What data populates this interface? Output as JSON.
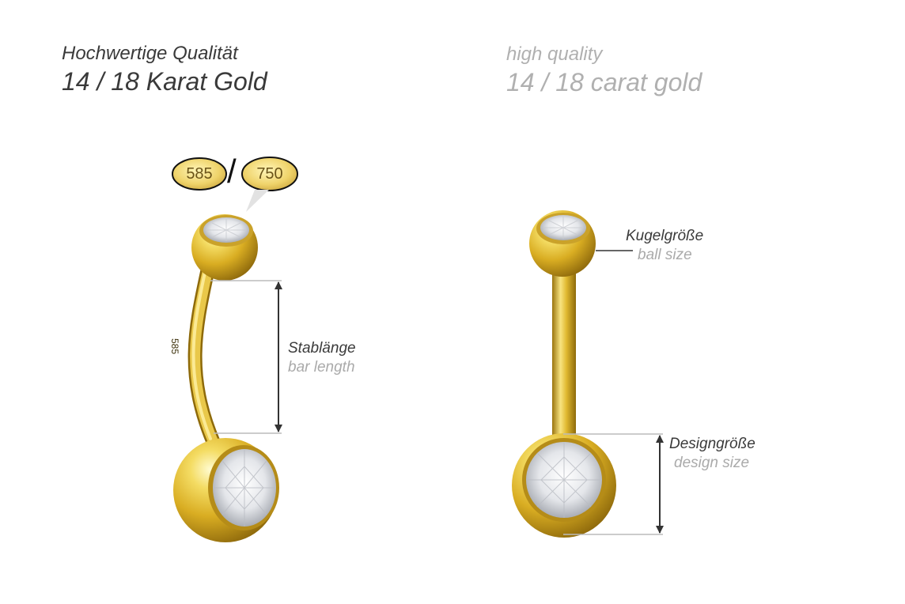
{
  "header": {
    "de_line1": "Hochwertige Qualität",
    "de_line2": "14 / 18 Karat Gold",
    "en_line1": "high quality",
    "en_line2": "14 / 18 carat gold"
  },
  "hallmarks": {
    "first": "585",
    "separator": "/",
    "second": "750",
    "engraving": "585"
  },
  "labels": {
    "bar_length_de": "Stablänge",
    "bar_length_en": "bar length",
    "ball_size_de": "Kugelgröße",
    "ball_size_en": "ball size",
    "design_size_de": "Designgröße",
    "design_size_en": "design size"
  },
  "colors": {
    "text_dark": "#3a3a3a",
    "text_light": "#aaaaaa",
    "gold_light": "#fff3a8",
    "gold_mid": "#e6c23a",
    "gold_dark": "#a07a10",
    "line": "#333333"
  }
}
